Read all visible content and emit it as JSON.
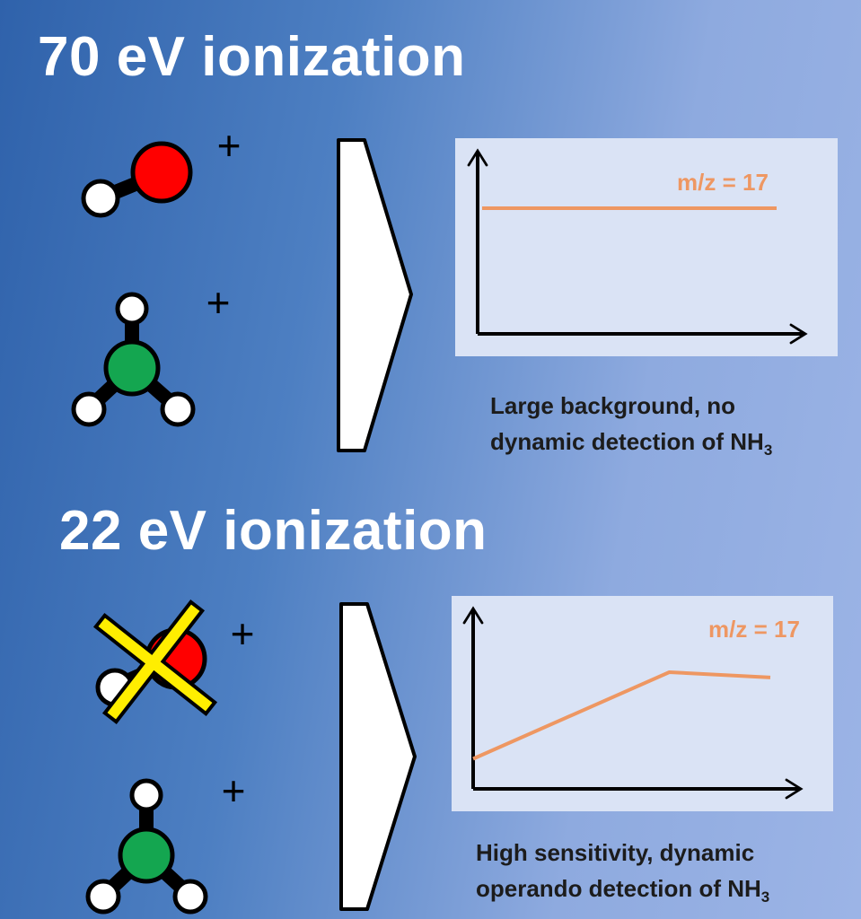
{
  "panels": [
    {
      "heading": "70 eV ionization",
      "ion_charge": "+",
      "plot": {
        "series_label": "m/z = 17",
        "trend": [
          0.7,
          0.7
        ]
      },
      "caption": {
        "line1": "Large background, no",
        "line2_text": "dynamic detection of NH",
        "line2_sub": "3"
      }
    },
    {
      "heading": "22 eV ionization",
      "ion_charge": "+",
      "water_crossed": true,
      "plot": {
        "series_label": "m/z = 17",
        "trend": [
          0.17,
          0.66,
          0.63
        ]
      },
      "caption": {
        "line1": "High sensitivity, dynamic",
        "line2_text": "operando detection of NH",
        "line2_sub": "3"
      }
    }
  ],
  "colors": {
    "oxygen": "#ff0000",
    "nitrogen": "#14a650",
    "hydrogen": "#ffffff",
    "bond": "#000000",
    "trace": "#ee9762",
    "plot_bg": "#dae3f5",
    "cross": "#ffee00"
  }
}
